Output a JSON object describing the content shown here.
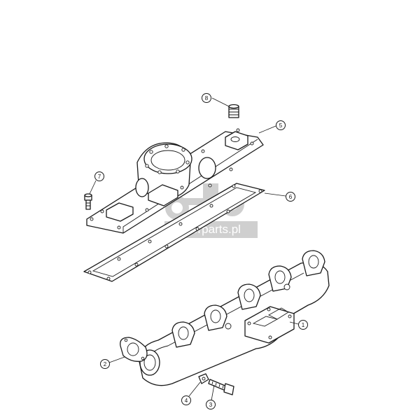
{
  "watermark": {
    "text": "traktorparts.pl"
  },
  "callouts": [
    {
      "id": "callout-1",
      "label": "1"
    },
    {
      "id": "callout-2",
      "label": "2"
    },
    {
      "id": "callout-3",
      "label": "3"
    },
    {
      "id": "callout-4",
      "label": "4"
    },
    {
      "id": "callout-5",
      "label": "5"
    },
    {
      "id": "callout-6",
      "label": "6"
    },
    {
      "id": "callout-7",
      "label": "7"
    },
    {
      "id": "callout-8",
      "label": "8"
    }
  ]
}
